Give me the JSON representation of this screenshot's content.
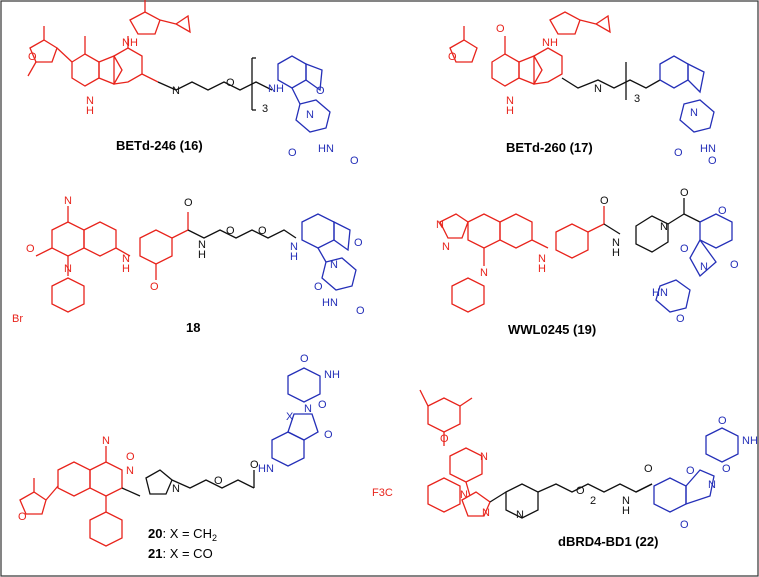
{
  "compounds": {
    "c16": {
      "name": "BETd-246",
      "num": "(16)"
    },
    "c17": {
      "name": "BETd-260",
      "num": "(17)"
    },
    "c18": {
      "name": "18"
    },
    "c19": {
      "name": "WWL0245",
      "num": "(19)"
    },
    "c20": {
      "num": "20",
      "desc": ": X = CH",
      "sub": "2"
    },
    "c21": {
      "num": "21",
      "desc": ": X = CO"
    },
    "c22": {
      "name": "dBRD4-BD1",
      "num": "(22)"
    }
  },
  "atoms": {
    "n": "N",
    "h": "H",
    "o": "O",
    "nh": "NH",
    "hn": "HN",
    "hn_r": "HN",
    "br": "Br",
    "f3c": "F3C",
    "x": "X",
    "sub3": "3",
    "sub2": "2"
  },
  "colors": {
    "warhead": "#e8241c",
    "linker": "#111111",
    "ligase": "#2530b8",
    "border": "#333333"
  }
}
